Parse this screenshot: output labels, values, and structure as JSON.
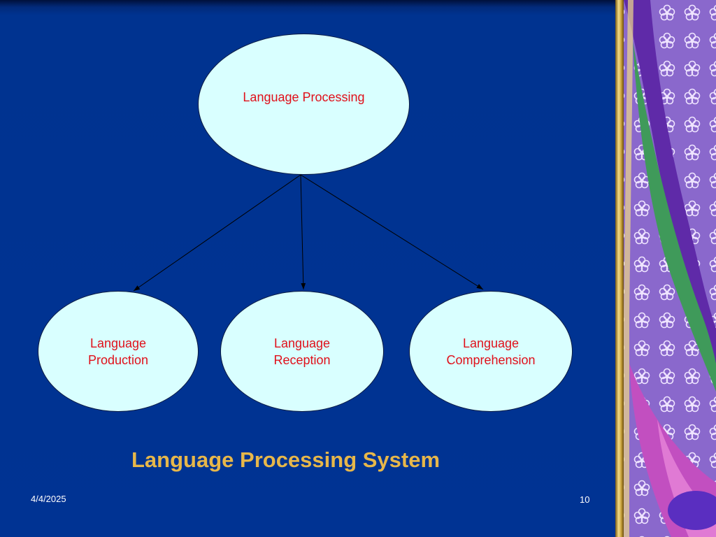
{
  "slide": {
    "date": "4/4/2025",
    "page_number": "10"
  },
  "diagram": {
    "title": "Language Processing System",
    "root": {
      "label": "Language Processing"
    },
    "children": [
      {
        "label": "Language\nProduction"
      },
      {
        "label": "Language\nReception"
      },
      {
        "label": "Language\nComprehension"
      }
    ]
  },
  "colors": {
    "background": "#003393",
    "node_fill": "#d9ffff",
    "node_text": "#e0101a",
    "title_text": "#e7b74a"
  }
}
